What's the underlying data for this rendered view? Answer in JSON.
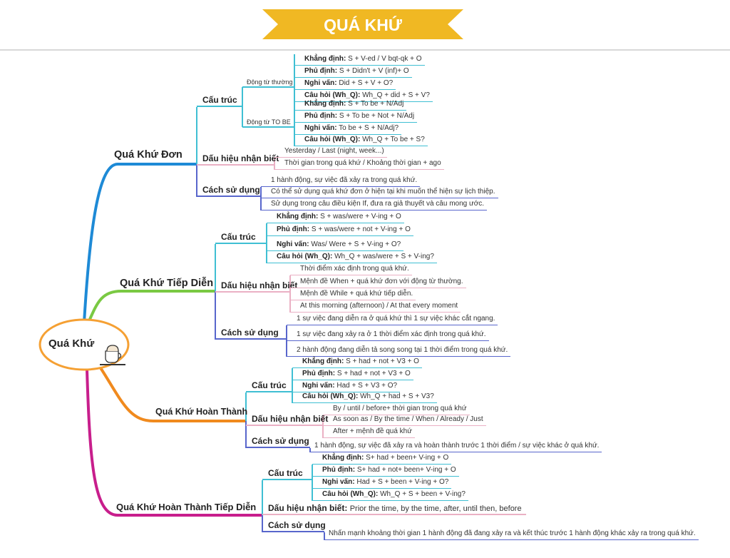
{
  "title": "QUÁ KHỨ",
  "center": "Quá Khứ",
  "colors": {
    "banner": "#f0b823",
    "center": "#f5a033",
    "b1": "#1e8ad6",
    "b2": "#7ac943",
    "b3": "#f08a1e",
    "b4": "#c81e8c"
  },
  "icons": [
    "coffee-cup-icon"
  ],
  "b1": {
    "title": "Quá Khứ Đơn",
    "structure": {
      "title": "Cấu trúc",
      "groups": [
        {
          "title": "Động từ thường",
          "items": [
            {
              "label": "Khẳng định:",
              "value": "S + V-ed / V bqt-qk + O"
            },
            {
              "label": "Phủ định:",
              "value": "S + Didn't + V (inf)+ O"
            },
            {
              "label": "Nghi vấn:",
              "value": "Did + S + V + O?"
            },
            {
              "label": "Câu hỏi (Wh_Q):",
              "value": "Wh_Q + did + S + V?"
            }
          ]
        },
        {
          "title": "Động từ TO BE",
          "items": [
            {
              "label": "Khẳng định:",
              "value": "S + To be + N/Adj"
            },
            {
              "label": "Phủ định:",
              "value": "S + To be + Not + N/Adj"
            },
            {
              "label": "Nghi vấn:",
              "value": "To be + S + N/Adj?"
            },
            {
              "label": "Câu hỏi (Wh_Q):",
              "value": "Wh_Q + To be + S?"
            }
          ]
        }
      ]
    },
    "signs": {
      "title": "Dấu hiệu nhận biết",
      "items": [
        "Yesterday / Last (night, week...)",
        "Thời gian trong quá khứ / Khoảng thời gian + ago"
      ]
    },
    "usage": {
      "title": "Cách sử dụng",
      "items": [
        "1 hành động, sự việc đã xảy ra trong quá khứ.",
        "Có thể sử dụng quá khứ đơn ở hiện tại khi muốn thể hiện sự lịch thiệp.",
        "Sử dụng trong câu điều kiện If, đưa ra giả thuyết và câu mong ước."
      ]
    }
  },
  "b2": {
    "title": "Quá Khứ Tiếp Diễn",
    "structure": {
      "title": "Cấu trúc",
      "items": [
        {
          "label": "Khẳng định:",
          "value": "S + was/were + V-ing + O"
        },
        {
          "label": "Phủ định:",
          "value": "S + was/were + not + V-ing + O"
        },
        {
          "label": "Nghi vấn:",
          "value": "Was/ Were + S + V-ing + O?"
        },
        {
          "label": "Câu hỏi (Wh_Q):",
          "value": "Wh_Q + was/were + S + V-ing?"
        }
      ]
    },
    "signs": {
      "title": "Dấu hiệu nhận biết",
      "items": [
        "Thời điểm xác định trong quá khứ.",
        "Mệnh đề When + quá khứ đơn với động từ thường.",
        "Mệnh đề While + quá khứ tiếp diễn.",
        "At this morning (afternoon) / At that every moment"
      ]
    },
    "usage": {
      "title": "Cách sử dụng",
      "items": [
        "1 sự việc đang diễn ra ở quá khứ thì 1 sự việc khác cắt ngang.",
        "1 sự việc đang xảy ra ở 1 thời điểm xác định trong quá khứ.",
        "2 hành động đang diễn tả song song tại 1 thời điểm trong quá khứ."
      ]
    }
  },
  "b3": {
    "title": "Quá Khứ Hoàn Thành",
    "structure": {
      "title": "Cấu trúc",
      "items": [
        {
          "label": "Khẳng định:",
          "value": "S + had + not + V3 + O"
        },
        {
          "label": "Phủ định:",
          "value": "S + had + not + V3 + O"
        },
        {
          "label": "Nghi vấn:",
          "value": "Had + S + V3 + O?"
        },
        {
          "label": "Câu hỏi (Wh_Q):",
          "value": "Wh_Q + had + S + V3?"
        }
      ]
    },
    "signs": {
      "title": "Dấu hiệu nhận biết",
      "items": [
        "By / until / before+ thời gian trong quá khứ",
        "As soon as / By the time / When / Already / Just",
        "After + mệnh đề quá khứ"
      ]
    },
    "usage": {
      "title": "Cách sử dụng",
      "items": [
        "1 hành động, sự việc đã xảy ra và hoàn thành trước 1 thời điểm / sự việc khác ở quá khứ."
      ]
    }
  },
  "b4": {
    "title": "Quá Khứ Hoàn Thành Tiếp Diễn",
    "structure": {
      "title": "Cấu trúc",
      "items": [
        {
          "label": "Khẳng định:",
          "value": "S+ had + been+ V-ing + O"
        },
        {
          "label": "Phủ định:",
          "value": "S+ had + not+ been+ V-ing + O"
        },
        {
          "label": "Nghi vấn:",
          "value": "Had + S + been + V-ing + O?"
        },
        {
          "label": "Câu hỏi (Wh_Q):",
          "value": "Wh_Q + S + been + V-ing?"
        }
      ]
    },
    "signs": {
      "title": "Dấu hiệu nhận biết:",
      "value": "Prior the time, by the time, after, until then, before"
    },
    "usage": {
      "title": "Cách sử dụng",
      "items": [
        "Nhấn mạnh khoảng thời gian 1 hành động đã đang xảy ra và kết thúc trước 1 hành động khác xảy ra trong quá khứ."
      ]
    }
  }
}
